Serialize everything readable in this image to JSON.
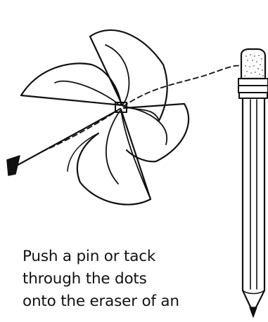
{
  "caption": {
    "lines": [
      "Push a pin or tack",
      "through the dots",
      "onto the eraser of an"
    ]
  },
  "colors": {
    "ink": "#111111",
    "eraser_stipple": "#555555",
    "background": "#ffffff"
  },
  "icons": {
    "pinwheel": "pinwheel-icon",
    "pencil": "pencil-icon",
    "pin": "pin-icon"
  }
}
